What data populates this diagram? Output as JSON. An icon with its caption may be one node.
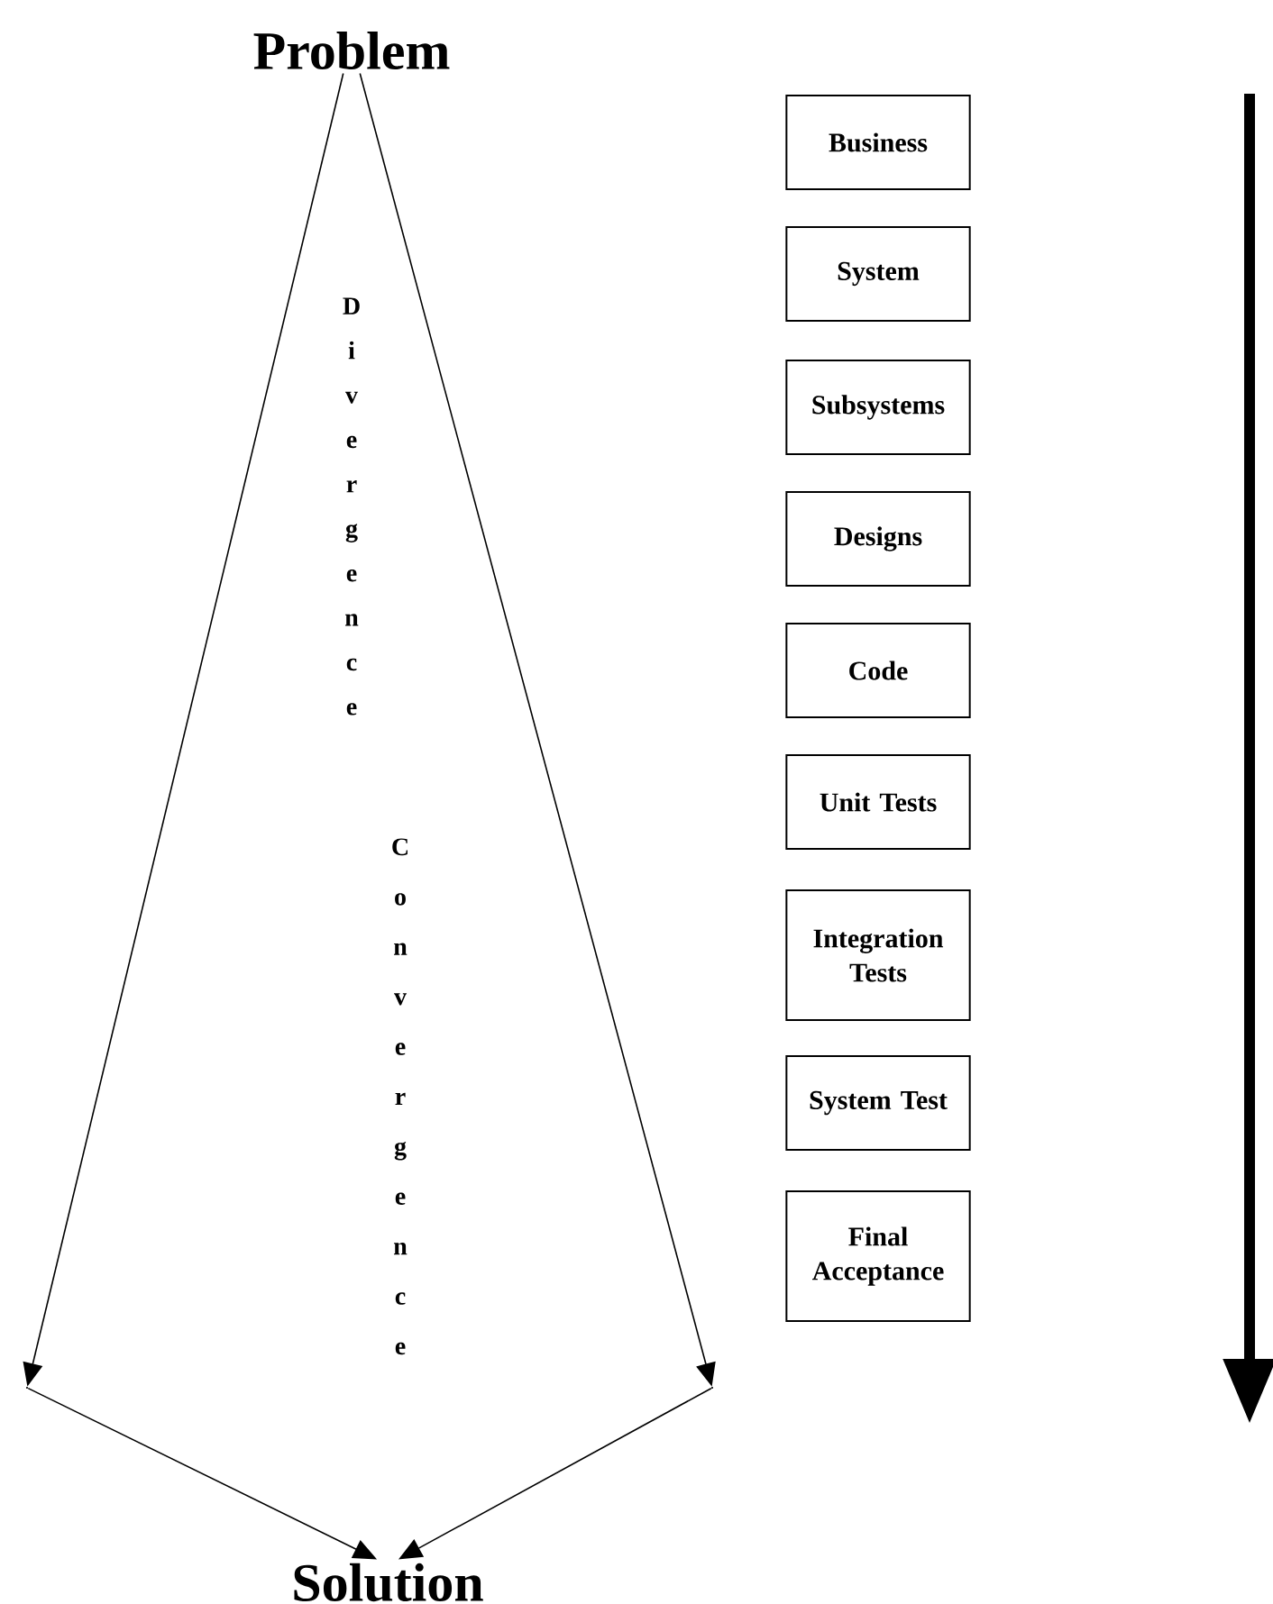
{
  "diagram": {
    "nodes": [
      {
        "text": [
          "Problem"
        ]
      },
      {
        "text": [
          "Solution"
        ]
      },
      {
        "text": [
          "Business"
        ]
      },
      {
        "text": [
          "System"
        ]
      },
      {
        "text": [
          "Subsystems"
        ]
      },
      {
        "text": [
          "Designs"
        ]
      },
      {
        "text": [
          "Code"
        ]
      },
      {
        "text": [
          "Unit Tests"
        ]
      },
      {
        "text": [
          "Integration Tests"
        ]
      },
      {
        "text": [
          "System Test"
        ]
      },
      {
        "text": [
          "Final Acceptance"
        ]
      },
      {
        "text": [],
        "shape": "point"
      },
      {
        "text": [],
        "shape": "point"
      }
    ],
    "edges": [
      {
        "from": 0,
        "to": 11,
        "arrow": "to"
      },
      {
        "from": 11,
        "to": 1,
        "arrow": "to"
      },
      {
        "from": 0,
        "to": 12,
        "arrow": "to"
      },
      {
        "from": 12,
        "to": 1,
        "arrow": "to"
      }
    ],
    "labels": [
      "Divergence",
      "Convergence"
    ]
  }
}
